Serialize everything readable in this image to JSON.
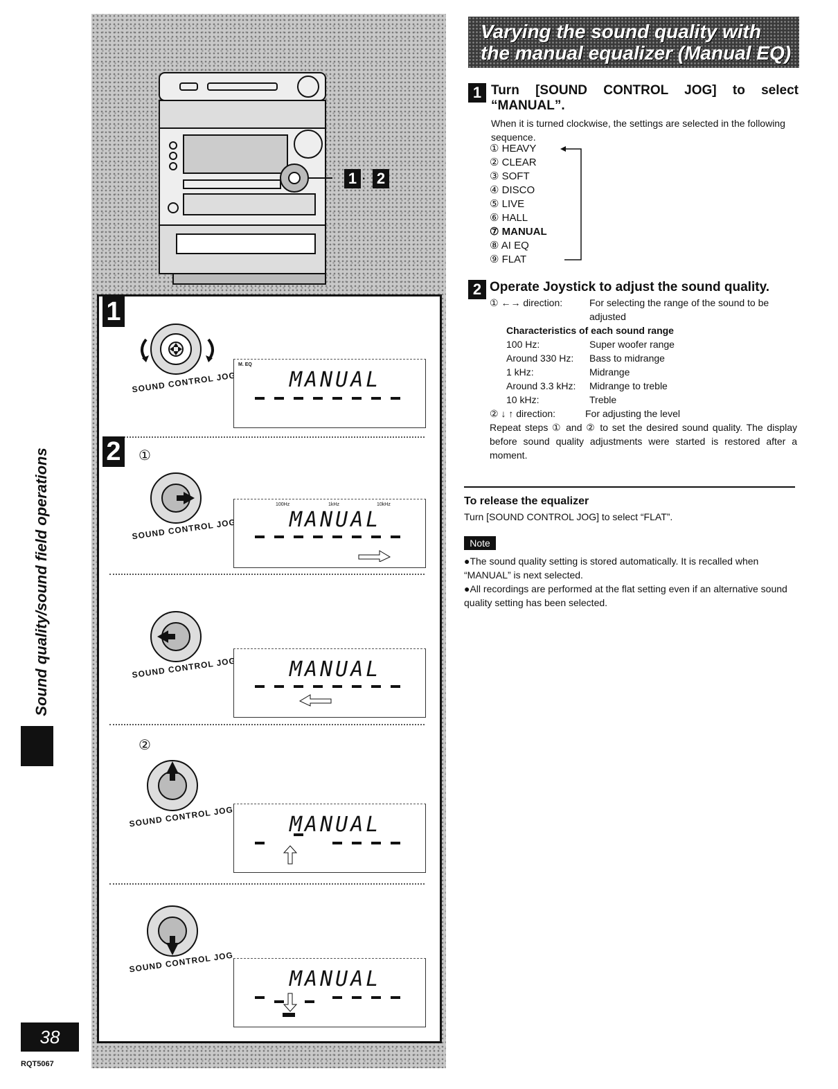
{
  "sidebar": {
    "section_title": "Sound quality/sound field operations",
    "page_number": "38",
    "model_code": "RQT5067"
  },
  "illustration": {
    "callout": "1·2",
    "step1_label": "1",
    "step2_label": "2",
    "sub1": "①",
    "sub2": "②",
    "jog_label": "SOUND CONTROL JOG",
    "lcd_word": "MANUAL",
    "lcd_mode": "M. EQ",
    "lcd_freqs": [
      "100Hz",
      "1kHz",
      "10kHz"
    ]
  },
  "header": {
    "title_line1": "Varying the sound quality with",
    "title_line2": "the manual equalizer (Manual EQ)"
  },
  "step1": {
    "number": "1",
    "heading": "Turn [SOUND CONTROL JOG] to select “MANUAL”.",
    "text": "When it is turned clockwise, the settings are selected in the following sequence.",
    "sequence": [
      {
        "n": "①",
        "label": "HEAVY"
      },
      {
        "n": "②",
        "label": "CLEAR"
      },
      {
        "n": "③",
        "label": "SOFT"
      },
      {
        "n": "④",
        "label": "DISCO"
      },
      {
        "n": "⑤",
        "label": "LIVE"
      },
      {
        "n": "⑥",
        "label": "HALL"
      },
      {
        "n": "⑦",
        "label": "MANUAL"
      },
      {
        "n": "⑧",
        "label": "AI EQ"
      },
      {
        "n": "⑨",
        "label": "FLAT"
      }
    ]
  },
  "step2": {
    "number": "2",
    "heading": "Operate Joystick to adjust the sound quality.",
    "dir1_label": "① ←→ direction:",
    "dir1_text": "For selecting the range of the sound to be adjusted",
    "char_title": "Characteristics of each sound range",
    "ranges": [
      {
        "freq": "100 Hz:",
        "desc": "Super woofer range"
      },
      {
        "freq": "Around 330 Hz:",
        "desc": "Bass to midrange"
      },
      {
        "freq": "1 kHz:",
        "desc": "Midrange"
      },
      {
        "freq": "Around 3.3 kHz:",
        "desc": "Midrange to treble"
      },
      {
        "freq": "10 kHz:",
        "desc": "Treble"
      }
    ],
    "dir2_label": "② ↓ ↑ direction:",
    "dir2_text": "For adjusting the level",
    "repeat_text": "Repeat steps ① and ② to set the desired sound quality. The display before sound quality adjustments were started is restored after a moment."
  },
  "release": {
    "heading": "To release the equalizer",
    "text": "Turn [SOUND CONTROL JOG] to select “FLAT”."
  },
  "note": {
    "label": "Note",
    "items": [
      "●The sound quality setting is stored automatically. It is recalled when “MANUAL” is next selected.",
      "●All recordings are performed at the flat setting even if an alternative sound quality setting has been selected."
    ]
  }
}
